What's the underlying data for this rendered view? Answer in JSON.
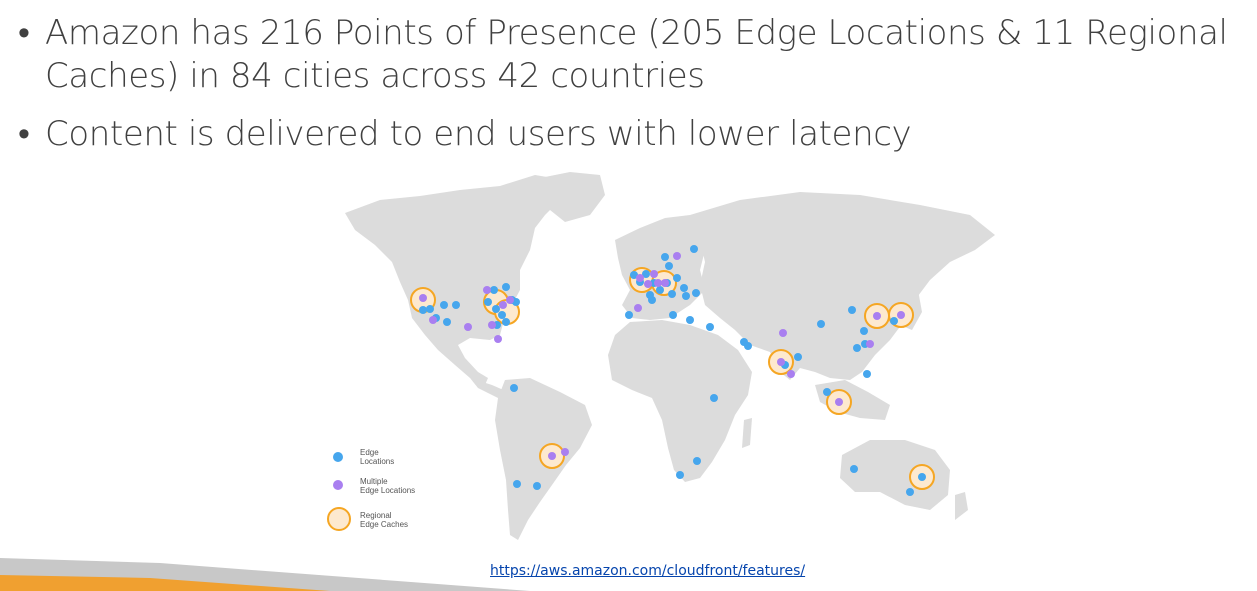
{
  "slide": {
    "bullets": [
      "Amazon has 216 Points of Presence (205 Edge Locations & 11 Regional Caches) in 84 cities across 42 countries",
      "Content is delivered to end users with lower latency"
    ],
    "bullet_glyph": "•",
    "link": "https://aws.amazon.com/cloudfront/features/"
  },
  "map": {
    "land_color": "#dcdcdc",
    "edge_color": "#46a6ed",
    "multiple_color": "#a97ff0",
    "cache_color": "#f5a623",
    "cache_fill": "#fde9cf",
    "legend": {
      "edge": [
        "Edge",
        "Locations"
      ],
      "multiple": [
        "Multiple",
        "Edge Locations"
      ],
      "cache": [
        "Regional",
        "Edge Caches"
      ]
    }
  },
  "accent": {
    "orange": "#f0a030",
    "gray": "#c8c8c8"
  }
}
